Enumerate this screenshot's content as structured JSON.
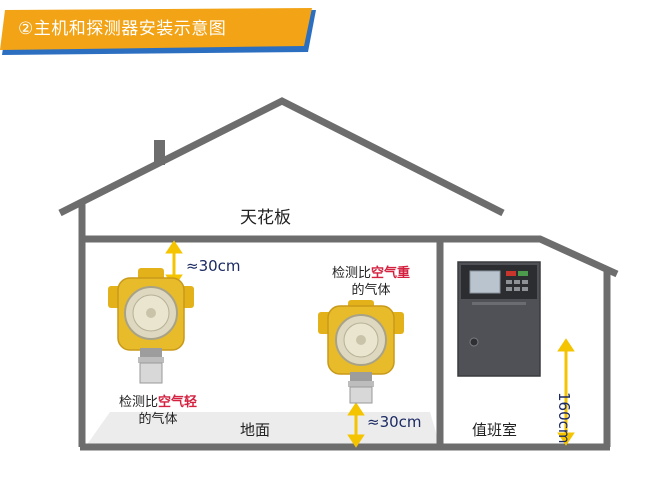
{
  "banner": {
    "title": "②主机和探测器安装示意图",
    "colors": {
      "orange": "#f2a316",
      "blue": "#2c6fc0"
    }
  },
  "house": {
    "ceiling_label": "天花板",
    "floor_label": "地面",
    "duty_room_label": "值班室",
    "wall_color": "#6d6d6d"
  },
  "measurements": {
    "top_gap": "≈30cm",
    "bottom_gap": "≈30cm",
    "controller_height": "160cm",
    "arrow_color": "#f5c400"
  },
  "detector_notes": {
    "heavy": {
      "prefix": "检测比",
      "highlight": "空气重",
      "suffix": "的气体"
    },
    "light": {
      "prefix": "检测比",
      "highlight": "空气轻",
      "suffix": "的气体"
    },
    "highlight_color": "#d4213f"
  }
}
